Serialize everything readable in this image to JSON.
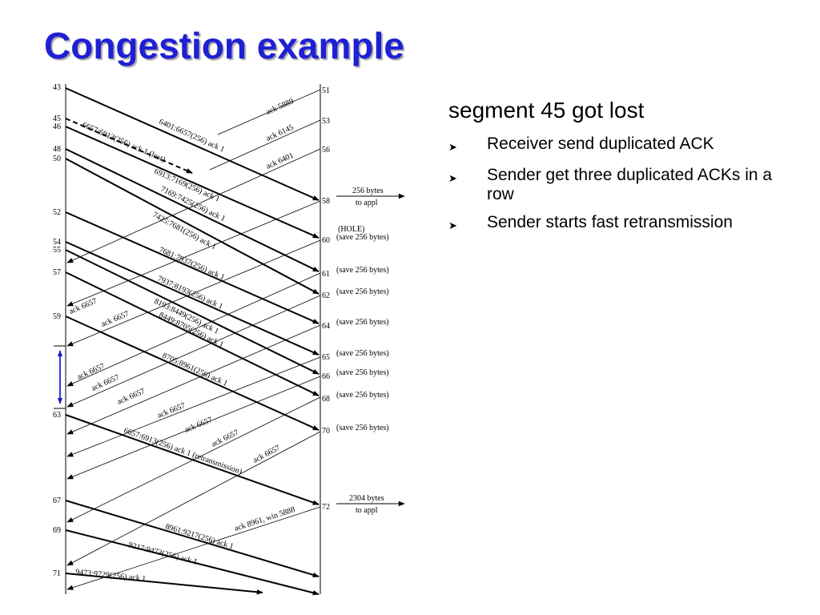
{
  "slide": {
    "title": "Congestion example",
    "lead": "segment 45 got lost",
    "bullets": [
      "Receiver send duplicated ACK",
      "Sender get three duplicated ACKs in a row",
      "Sender starts fast retransmission"
    ],
    "bullet_icon": "arrowhead-bullet-icon"
  },
  "diagram": {
    "sender_times": [
      "43",
      "45",
      "46",
      "48",
      "50",
      "52",
      "54",
      "55",
      "57",
      "59",
      "63",
      "67",
      "69",
      "71"
    ],
    "receiver_times": [
      "51",
      "53",
      "56",
      "58",
      "60",
      "61",
      "62",
      "64",
      "65",
      "66",
      "68",
      "70",
      "72"
    ],
    "segments": [
      "6401:6657(256) ack 1",
      "6657:6913(256) ack 1 (lost)",
      "6913:7169(256) ack 1",
      "7169:7425(256) ack 1",
      "7425:7681(256) ack 1",
      "7681:7937(256) ack 1",
      "7937:8193(256) ack 1",
      "8193:8449(256) ack 1",
      "8449:8705(256) ack 1",
      "8705:8961(256) ack 1",
      "6657:6913(256) ack 1 (retransmission)",
      "8961:9217(256) ack 1",
      "9217:9473(256) ack 1",
      "9473:9729(256) ack 1"
    ],
    "acks": [
      "ack 5889",
      "ack 6145",
      "ack 6401",
      "ack 6657",
      "ack 6657",
      "ack 6657",
      "ack 6657",
      "ack 6657",
      "ack 6657",
      "ack 6657",
      "ack 6657",
      "ack 6657",
      "ack 8961, win 5888"
    ],
    "receiver_notes": {
      "to_appl_1a": "256 bytes",
      "to_appl_1b": "to appl",
      "hole": "(HOLE)",
      "save": "(save 256 bytes)",
      "to_appl_2a": "2304 bytes",
      "to_appl_2b": "to appl"
    }
  }
}
